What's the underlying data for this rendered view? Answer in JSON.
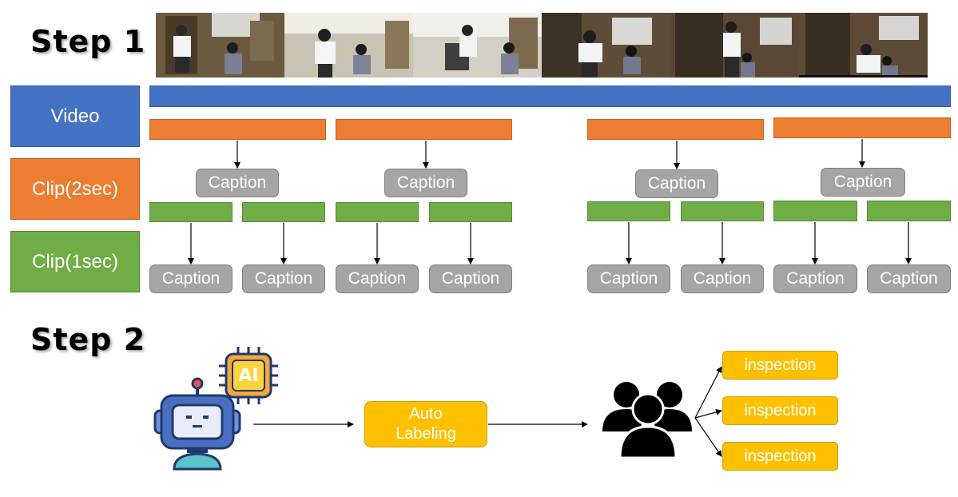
{
  "steps": {
    "step1": "Step 1",
    "step2": "Step 2"
  },
  "rows": {
    "video": "Video",
    "clip2": "Clip(2sec)",
    "clip1": "Clip(1sec)"
  },
  "captions": {
    "clip2": [
      "Caption",
      "Caption",
      "Caption",
      "Caption"
    ],
    "clip1": [
      "Caption",
      "Caption",
      "Caption",
      "Caption",
      "Caption",
      "Caption",
      "Caption",
      "Caption"
    ]
  },
  "step2": {
    "ai_badge": "AI",
    "auto_labeling": [
      "Auto",
      "Labeling"
    ],
    "inspections": [
      "inspection",
      "inspection",
      "inspection"
    ]
  },
  "colors": {
    "blue": "#4472c4",
    "orange": "#ed7d31",
    "green": "#70ad47",
    "gray": "#a5a5a5",
    "yellow": "#ffc000"
  },
  "icons": [
    "robot-icon",
    "ai-chip-icon",
    "people-group-icon"
  ]
}
